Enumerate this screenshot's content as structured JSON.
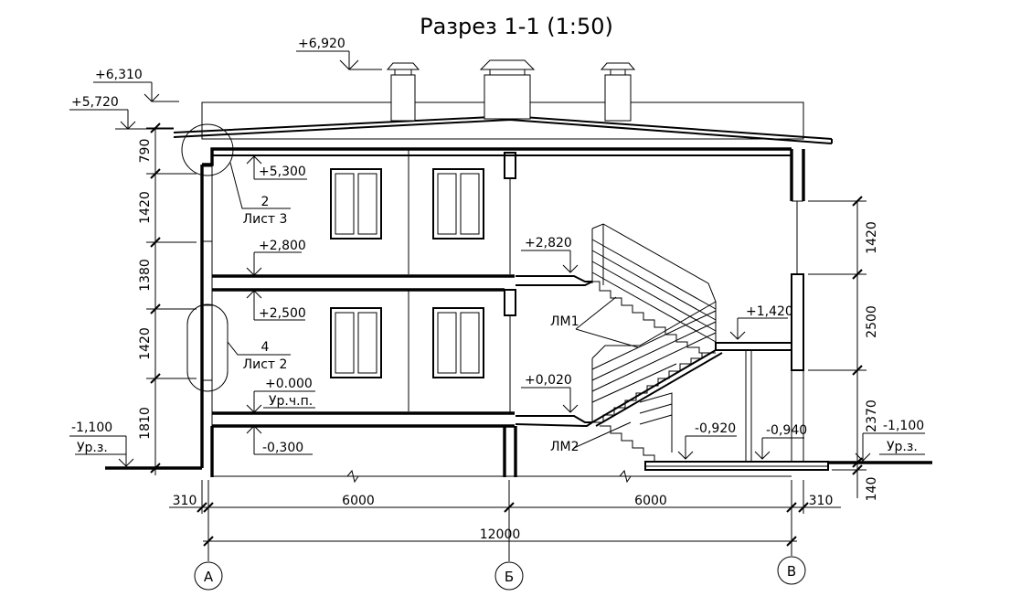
{
  "title": "Разрез 1-1 (1:50)",
  "elevations": {
    "ridge": "+6,920",
    "eave_top": "+6,310",
    "eave_bottom": "+5,720",
    "second_ceiling": "+5,300",
    "second_floor_top": "+2,800",
    "first_ceiling": "+2,500",
    "floor_zero": "+0.000",
    "floor_zero_note": "Ур.ч.п.",
    "basement": "-0,300",
    "ground_left": "-1,100",
    "ground_left_note": "Ур.з.",
    "stair_upper": "+2,820",
    "stair_landing": "+1,420",
    "stair_lower": "+0,020",
    "entrance": "-0,920",
    "entrance_slab": "-0,940",
    "ground_right": "-1,100",
    "ground_right_note": "Ур.з."
  },
  "left_dims": [
    "790",
    "1420",
    "1380",
    "1420",
    "1810"
  ],
  "right_dims": [
    "1420",
    "2500",
    "2370",
    "140"
  ],
  "bottom_dims": {
    "left_offset": "310",
    "span_ab": "6000",
    "span_bv": "6000",
    "right_offset": "310",
    "total": "12000"
  },
  "axes": [
    "А",
    "Б",
    "В"
  ],
  "callouts": [
    {
      "number": "2",
      "sheet": "Лист 3"
    },
    {
      "number": "4",
      "sheet": "Лист 2"
    }
  ],
  "stair_labels": [
    "ЛМ1",
    "ЛМ2"
  ]
}
